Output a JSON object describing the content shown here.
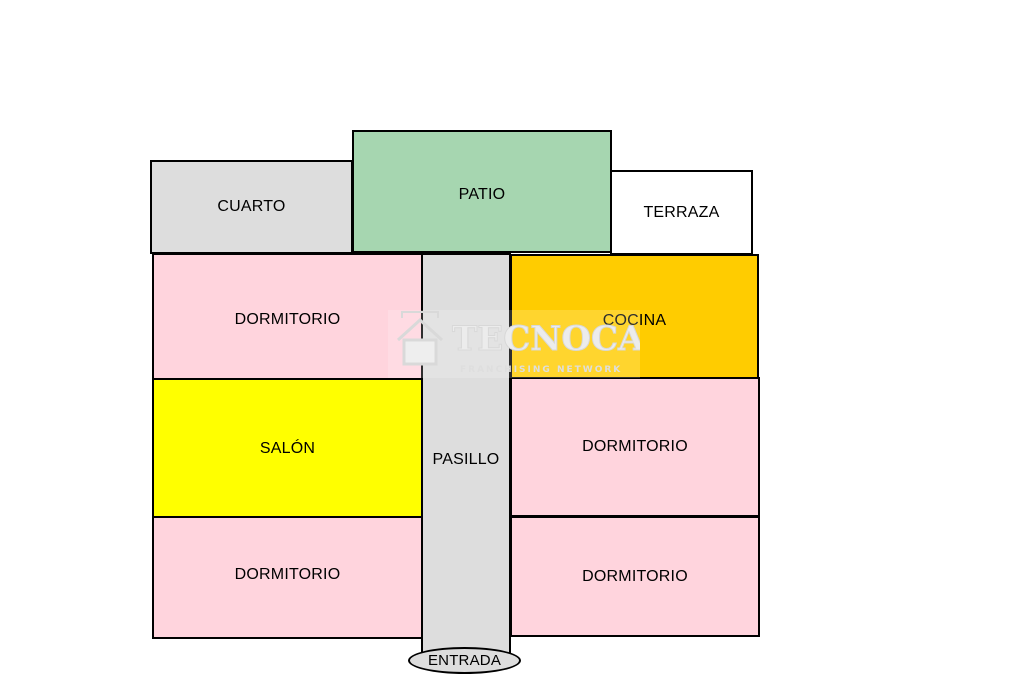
{
  "floorplan": {
    "rooms": {
      "cuarto": {
        "label": "CUARTO",
        "color": "#dddddd"
      },
      "patio": {
        "label": "PATIO",
        "color": "#a6d6b0"
      },
      "terraza": {
        "label": "TERRAZA",
        "color": "#ffffff"
      },
      "dormitorio_top_left": {
        "label": "DORMITORIO",
        "color": "#ffd4dd"
      },
      "cocina": {
        "label": "COCINA",
        "color": "#ffcc00"
      },
      "salon": {
        "label": "SALÓN",
        "color": "#ffff00"
      },
      "pasillo": {
        "label": "PASILLO",
        "color": "#dddddd"
      },
      "dormitorio_right_middle": {
        "label": "DORMITORIO",
        "color": "#ffd4dd"
      },
      "dormitorio_bottom_left": {
        "label": "DORMITORIO",
        "color": "#ffd4dd"
      },
      "dormitorio_bottom_right": {
        "label": "DORMITORIO",
        "color": "#ffd4dd"
      }
    },
    "entrance": {
      "label": "ENTRADA"
    }
  },
  "watermark": {
    "brand": "TECNOCASA",
    "tagline": "FRANCHISING NETWORK",
    "icon": "house-icon"
  }
}
